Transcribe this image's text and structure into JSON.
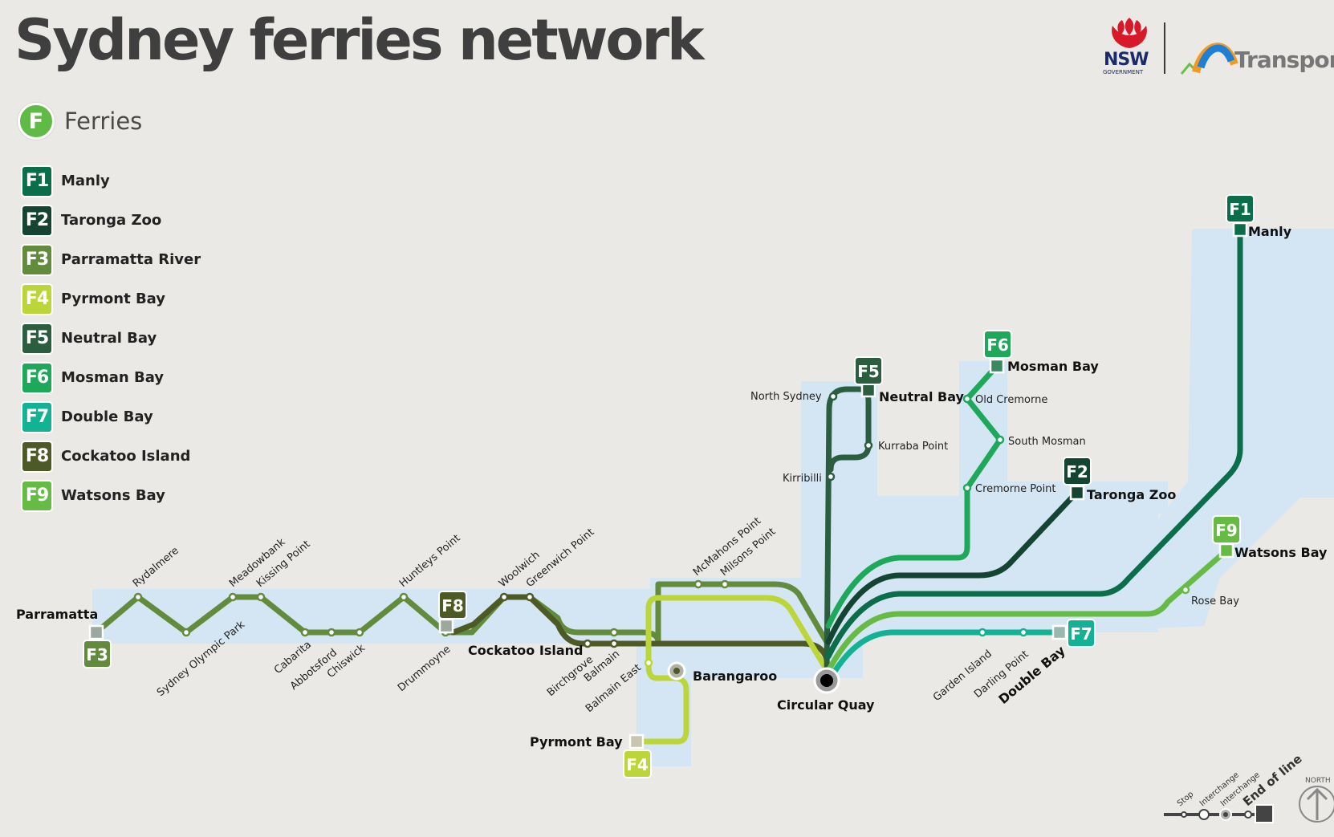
{
  "title": "Sydney ferries network",
  "mode": {
    "icon": "F",
    "label": "Ferries"
  },
  "logos": {
    "nsw": "NSW",
    "nsw_sub": "GOVERNMENT",
    "transport": "Transport"
  },
  "routes": [
    {
      "code": "F1",
      "name": "Manly",
      "color": "#0b6e4a"
    },
    {
      "code": "F2",
      "name": "Taronga Zoo",
      "color": "#144532"
    },
    {
      "code": "F3",
      "name": "Parramatta River",
      "color": "#628c3c"
    },
    {
      "code": "F4",
      "name": "Pyrmont Bay",
      "color": "#bcd63a"
    },
    {
      "code": "F5",
      "name": "Neutral Bay",
      "color": "#2a5e3e"
    },
    {
      "code": "F6",
      "name": "Mosman Bay",
      "color": "#1da85a"
    },
    {
      "code": "F7",
      "name": "Double Bay",
      "color": "#12b394"
    },
    {
      "code": "F8",
      "name": "Cockatoo Island",
      "color": "#4d5a26"
    },
    {
      "code": "F9",
      "name": "Watsons Bay",
      "color": "#66bb45"
    }
  ],
  "stops": {
    "parramatta": "Parramatta",
    "rydalmere": "Rydalmere",
    "sydney_olympic_park": "Sydney Olympic Park",
    "meadowbank": "Meadowbank",
    "kissing_point": "Kissing Point",
    "cabarita": "Cabarita",
    "abbotsford": "Abbotsford",
    "chiswick": "Chiswick",
    "huntleys_point": "Huntleys Point",
    "drummoyne": "Drummoyne",
    "cockatoo_island": "Cockatoo Island",
    "woolwich": "Woolwich",
    "greenwich_point": "Greenwich Point",
    "birchgrove": "Birchgrove",
    "balmain": "Balmain",
    "balmain_east": "Balmain East",
    "mcmahons_point": "McMahons Point",
    "milsons_point": "Milsons Point",
    "barangaroo": "Barangaroo",
    "pyrmont_bay": "Pyrmont Bay",
    "circular_quay": "Circular Quay",
    "north_sydney": "North Sydney",
    "neutral_bay": "Neutral Bay",
    "kurraba_point": "Kurraba Point",
    "kirribilli": "Kirribilli",
    "mosman_bay": "Mosman Bay",
    "old_cremorne": "Old Cremorne",
    "south_mosman": "South Mosman",
    "cremorne_point": "Cremorne Point",
    "taronga_zoo": "Taronga Zoo",
    "manly": "Manly",
    "watsons_bay": "Watsons Bay",
    "rose_bay": "Rose Bay",
    "garden_island": "Garden Island",
    "darling_point": "Darling Point",
    "double_bay": "Double Bay"
  },
  "key": {
    "stop": "Stop",
    "interchange": "Interchange",
    "end_of_line": "End of line",
    "north": "NORTH"
  }
}
